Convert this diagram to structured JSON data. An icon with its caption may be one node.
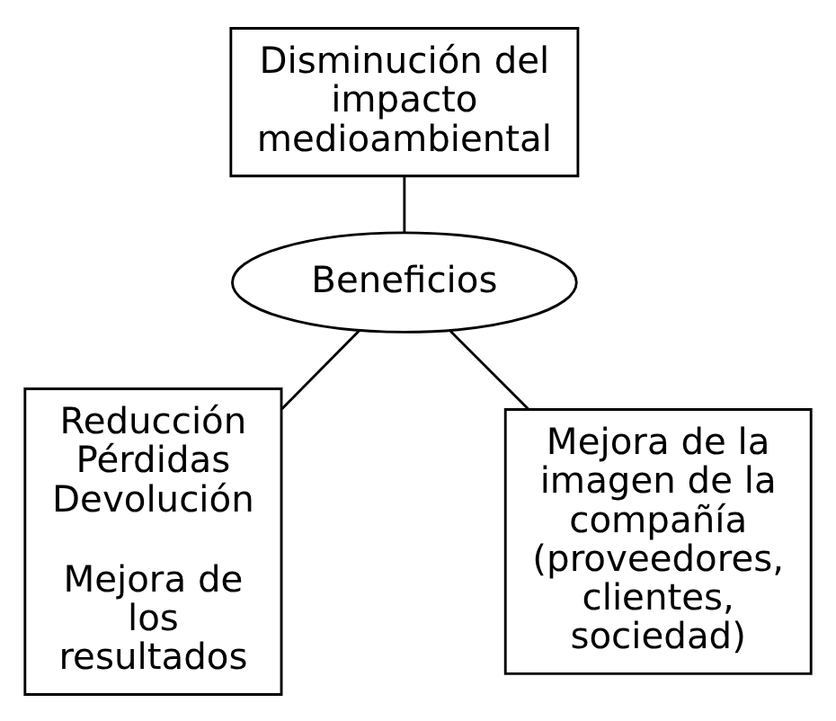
{
  "diagram": {
    "nodes": [
      {
        "text": [
          "Disminución del impacto medioambiental"
        ]
      },
      {
        "text": [
          "Beneficios"
        ]
      },
      {
        "text": [
          "Reducción Pérdidas Devolución",
          "Mejora de los resultados"
        ]
      },
      {
        "text": [
          "Mejora de la imagen de la compañía (proveedores, clientes, sociedad)"
        ]
      }
    ],
    "edges": [
      {
        "from": 0,
        "to": 1,
        "arrow": "none"
      },
      {
        "from": 1,
        "to": 2,
        "arrow": "none"
      },
      {
        "from": 1,
        "to": 3,
        "arrow": "none"
      }
    ]
  }
}
